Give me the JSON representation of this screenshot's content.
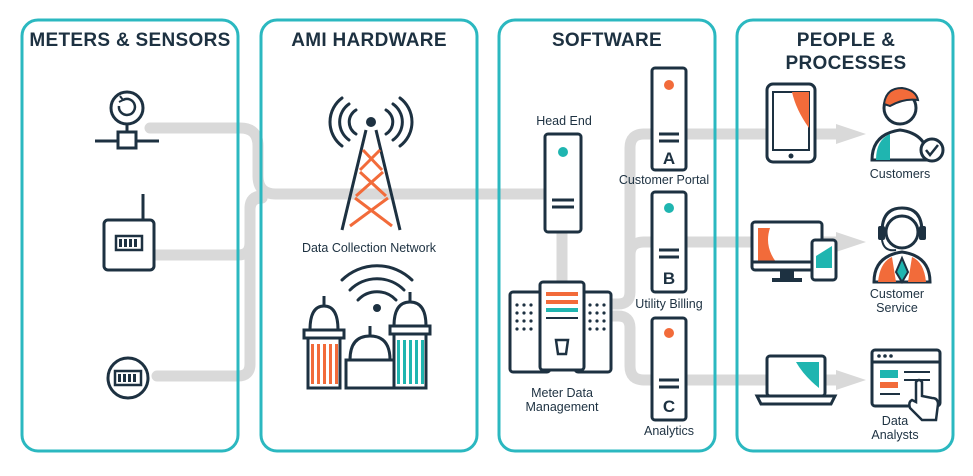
{
  "panels": {
    "meters": {
      "title": "METERS & SENSORS"
    },
    "ami": {
      "title": "AMI HARDWARE"
    },
    "software": {
      "title": "SOFTWARE"
    },
    "people": {
      "title": "PEOPLE & PROCESSES"
    }
  },
  "labels": {
    "data_collection_network": "Data Collection Network",
    "head_end": "Head End",
    "customer_portal": "Customer Portal",
    "utility_billing": "Utility Billing",
    "analytics": "Analytics",
    "mdm_line1": "Meter Data",
    "mdm_line2": "Management",
    "customers": "Customers",
    "customer_service_line1": "Customer",
    "customer_service_line2": "Service",
    "data_analysts_line1": "Data",
    "data_analysts_line2": "Analysts"
  },
  "server_letters": {
    "portal": "A",
    "billing": "B",
    "analytics": "C"
  },
  "colors": {
    "panel_border": "#2bb8c0",
    "dark": "#1d3141",
    "orange": "#f26b3a",
    "teal": "#1fb5b0",
    "flow": "#d9d9d9"
  }
}
